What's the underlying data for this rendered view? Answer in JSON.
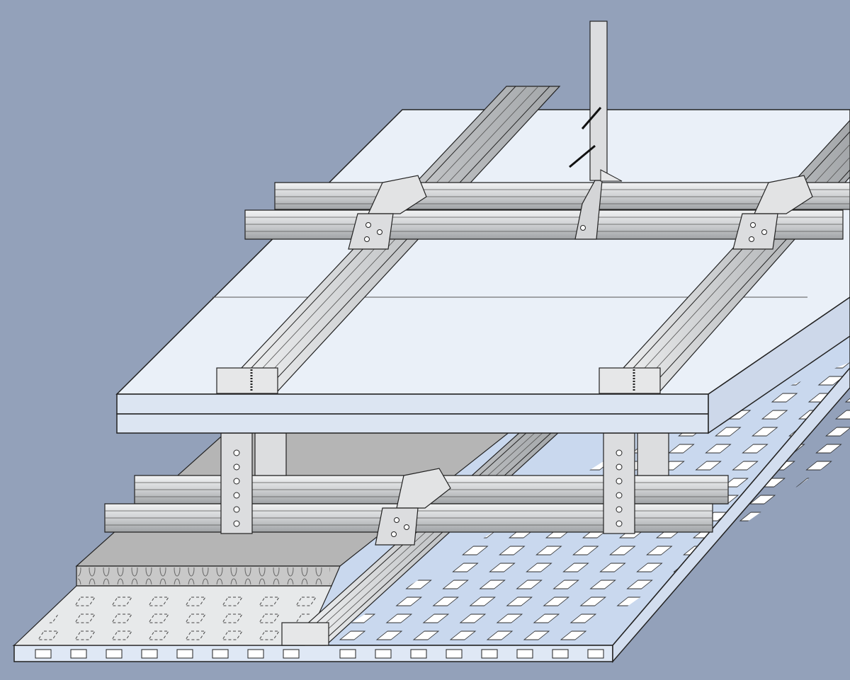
{
  "diagram": {
    "kind": "isometric-construction-drawing",
    "labels": [],
    "colors": {
      "background": "#93a1ba",
      "board_top": "#eaf0f8",
      "board_edge": "#d6e0ef",
      "perforated_board": "#c9d8ee",
      "perforated_board_edge": "#dfe8f5",
      "acoustic_layer": "#b5b5b5",
      "plaster_board": "#e7e9ea",
      "insulation_strip": "#c8c8c8",
      "metal_profile": "#d8d9da",
      "metal_profile_dark": "#a9abad",
      "outline": "#222222"
    },
    "components": [
      "upper-plasterboard",
      "lower-perforated-board",
      "acoustic-fleece",
      "mineral-wool-strip",
      "upper-main-channel",
      "upper-furring-channel",
      "lower-main-channel",
      "lower-furring-channel",
      "cross-connector-clip",
      "adjustable-hanger",
      "vibration-isolator-hanger"
    ]
  }
}
